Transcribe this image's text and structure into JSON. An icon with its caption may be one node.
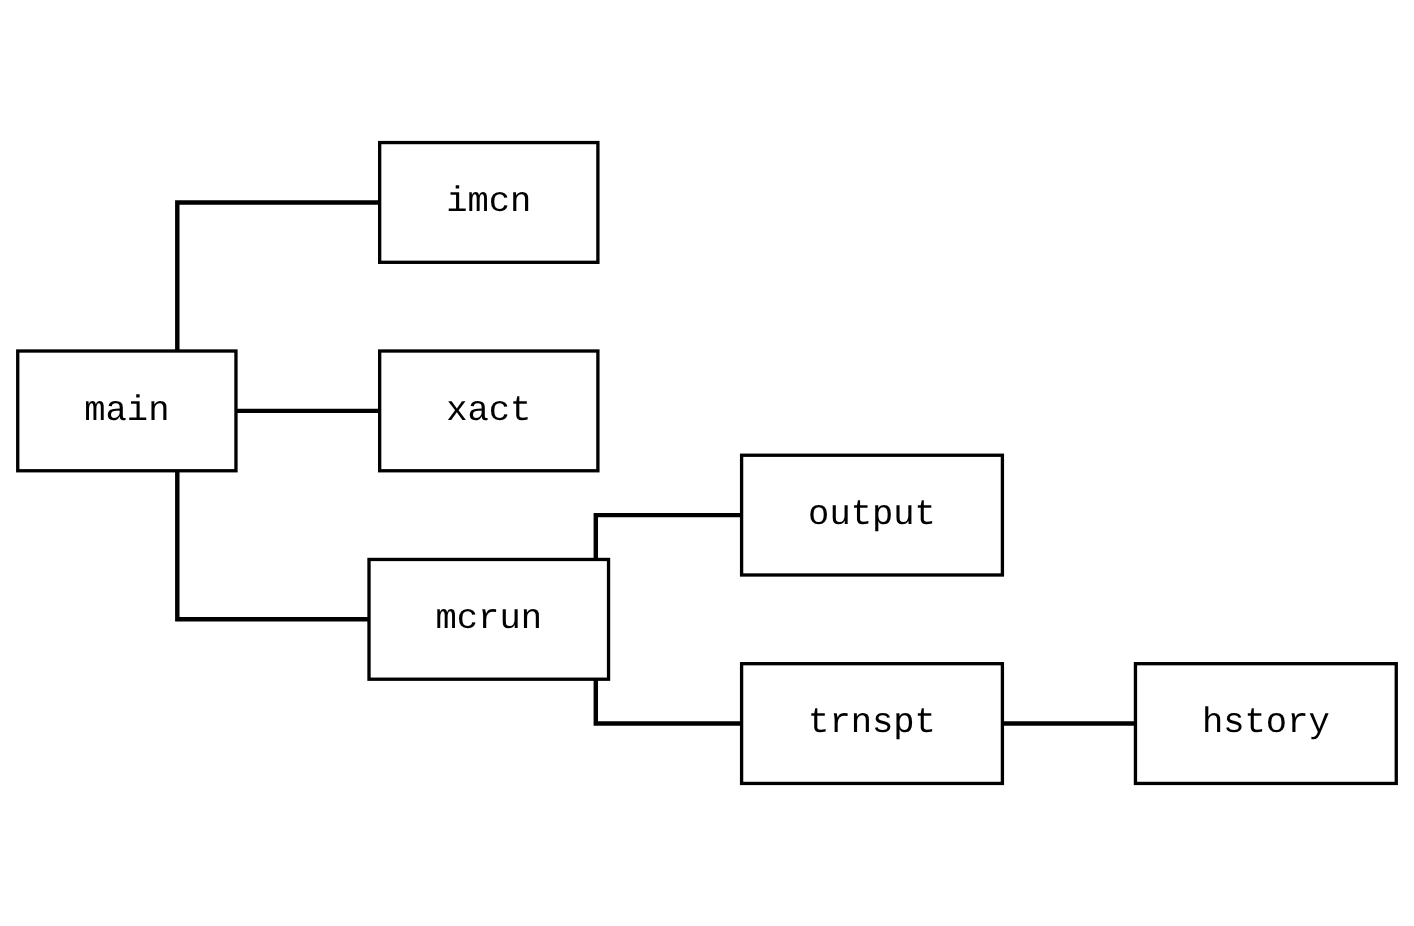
{
  "diagram": {
    "nodes": [
      {
        "text": [
          "main"
        ]
      },
      {
        "text": [
          "imcn"
        ]
      },
      {
        "text": [
          "xact"
        ]
      },
      {
        "text": [
          "mcrun"
        ]
      },
      {
        "text": [
          "output"
        ]
      },
      {
        "text": [
          "trnspt"
        ]
      },
      {
        "text": [
          "hstory"
        ]
      }
    ],
    "edges": [
      {
        "from": 0,
        "to": 1,
        "arrow": "none"
      },
      {
        "from": 0,
        "to": 2,
        "arrow": "none"
      },
      {
        "from": 0,
        "to": 3,
        "arrow": "none"
      },
      {
        "from": 3,
        "to": 4,
        "arrow": "none"
      },
      {
        "from": 3,
        "to": 5,
        "arrow": "none"
      },
      {
        "from": 5,
        "to": 6,
        "arrow": "none"
      }
    ]
  }
}
